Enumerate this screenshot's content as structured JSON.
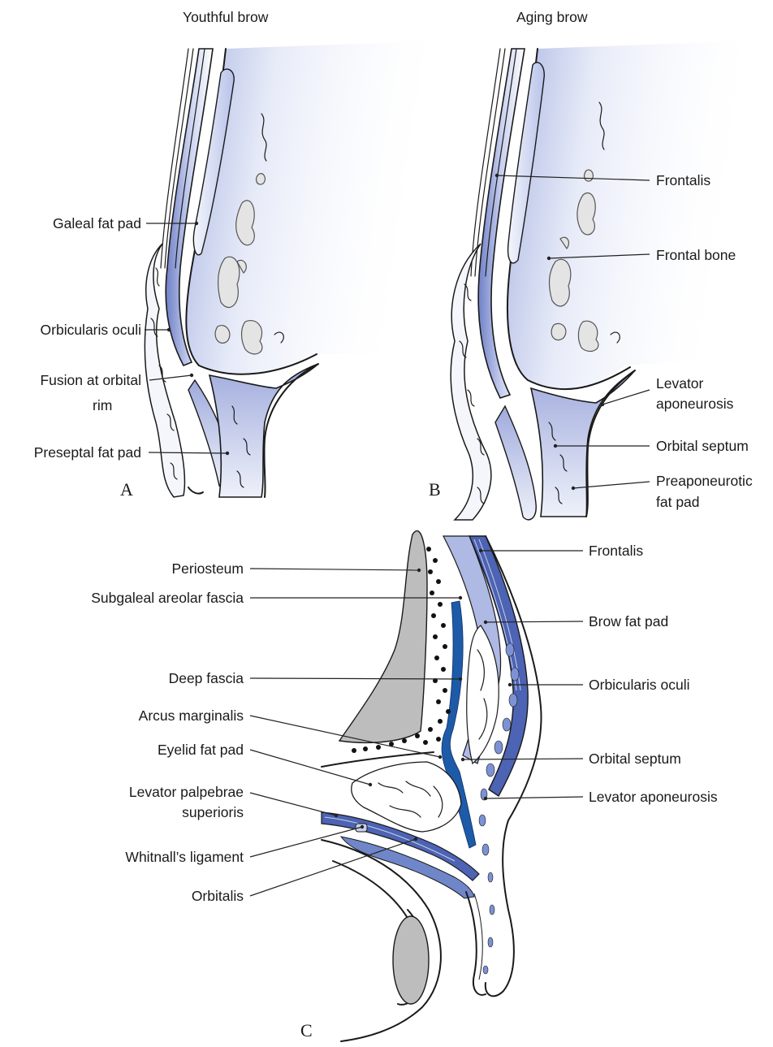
{
  "panel_a": {
    "title": "Youthful brow",
    "letter": "A",
    "labels": {
      "galeal_fat_pad": "Galeal fat pad",
      "orbicularis_oculi": "Orbicularis oculi",
      "fusion_line1": "Fusion at orbital",
      "fusion_line2": "rim",
      "preseptal_fat_pad": "Preseptal fat pad"
    }
  },
  "panel_b": {
    "title": "Aging brow",
    "letter": "B",
    "labels": {
      "frontalis": "Frontalis",
      "frontal_bone": "Frontal bone",
      "levator_line1": "Levator",
      "levator_line2": "aponeurosis",
      "orbital_septum": "Orbital septum",
      "preaponeurotic_line1": "Preaponeurotic",
      "preaponeurotic_line2": "fat pad"
    }
  },
  "panel_c": {
    "letter": "C",
    "left_labels": {
      "periosteum": "Periosteum",
      "subgaleal": "Subgaleal areolar fascia",
      "deep_fascia": "Deep fascia",
      "arcus": "Arcus marginalis",
      "eyelid_fat": "Eyelid fat pad",
      "levator_palp_line1": "Levator palpebrae",
      "levator_palp_line2": "superioris",
      "whitnall": "Whitnall’s ligament",
      "orbitalis": "Orbitalis"
    },
    "right_labels": {
      "frontalis": "Frontalis",
      "brow_fat": "Brow fat pad",
      "orbicularis": "Orbicularis oculi",
      "orbital_septum": "Orbital septum",
      "levator_aponeurosis": "Levator aponeurosis"
    }
  },
  "colors": {
    "tissue_blue": "#5a6fb8",
    "light_blue": "#c9d1ee",
    "septum_blue": "#1d5ba8",
    "muscle_blue": "#6f86c9",
    "bone_gray": "#bdbdbd",
    "line": "#1a1a1a"
  }
}
